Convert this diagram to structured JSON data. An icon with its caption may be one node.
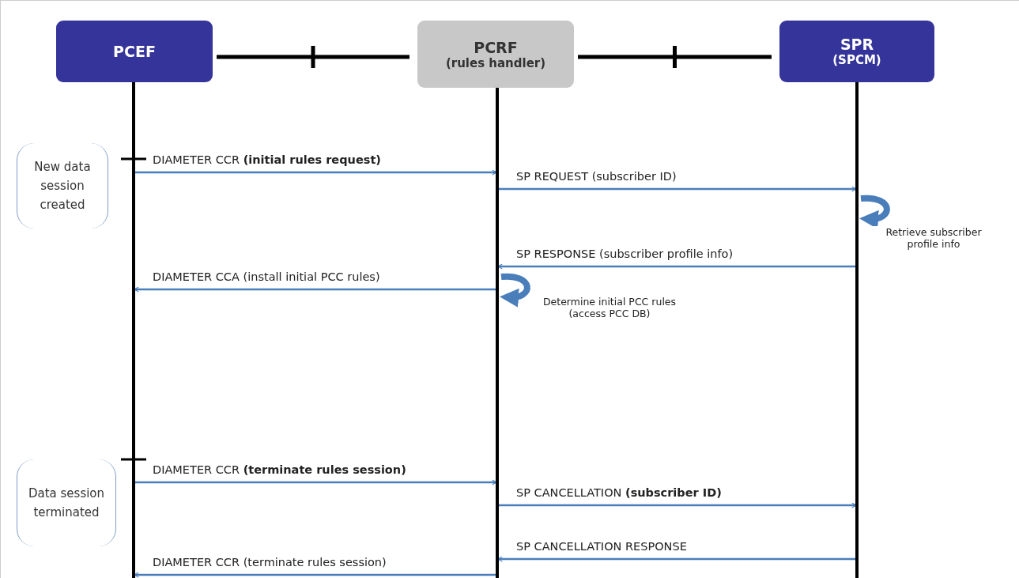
{
  "diagram": {
    "nodes": [
      {
        "text": [
          "PCEF"
        ]
      },
      {
        "text": [
          "PCRF",
          "(rules handler)"
        ]
      },
      {
        "text": [
          "SPR",
          "(SPCM)"
        ]
      },
      {
        "text": [
          "New data session created"
        ]
      },
      {
        "text": [
          "Data session terminated"
        ]
      }
    ],
    "edges": [
      {
        "from": 0,
        "to": 1,
        "arrow": "none",
        "color": "#000000",
        "style": "thick"
      },
      {
        "from": 1,
        "to": 2,
        "arrow": "none",
        "color": "#000000",
        "style": "thick"
      },
      {
        "from": 0,
        "to": 1,
        "arrow": "to",
        "label": "DIAMETER CCR **(initial rules request)**"
      },
      {
        "from": 1,
        "to": 2,
        "arrow": "to",
        "label": "SP REQUEST (subscriber ID)"
      },
      {
        "from": 2,
        "to": 2,
        "arrow": "to",
        "style": "thick",
        "label": "Retrieve subscriber profile info"
      },
      {
        "from": 2,
        "to": 1,
        "arrow": "to",
        "label": "SP RESPONSE  (subscriber profile info)"
      },
      {
        "from": 1,
        "to": 0,
        "arrow": "to",
        "label": "DIAMETER CCA (install initial PCC rules)"
      },
      {
        "from": 1,
        "to": 1,
        "arrow": "to",
        "style": "thick",
        "label": "Determine initial PCC rules (access PCC DB)"
      },
      {
        "from": 0,
        "to": 1,
        "arrow": "to",
        "label": "DIAMETER CCR **(terminate rules session)**"
      },
      {
        "from": 1,
        "to": 2,
        "arrow": "to",
        "label": "SP CANCELLATION **(subscriber ID)**"
      },
      {
        "from": 2,
        "to": 1,
        "arrow": "to",
        "label": "SP CANCELLATION RESPONSE"
      },
      {
        "from": 1,
        "to": 0,
        "arrow": "to",
        "label": "DIAMETER CCR (terminate rules session)"
      }
    ]
  }
}
